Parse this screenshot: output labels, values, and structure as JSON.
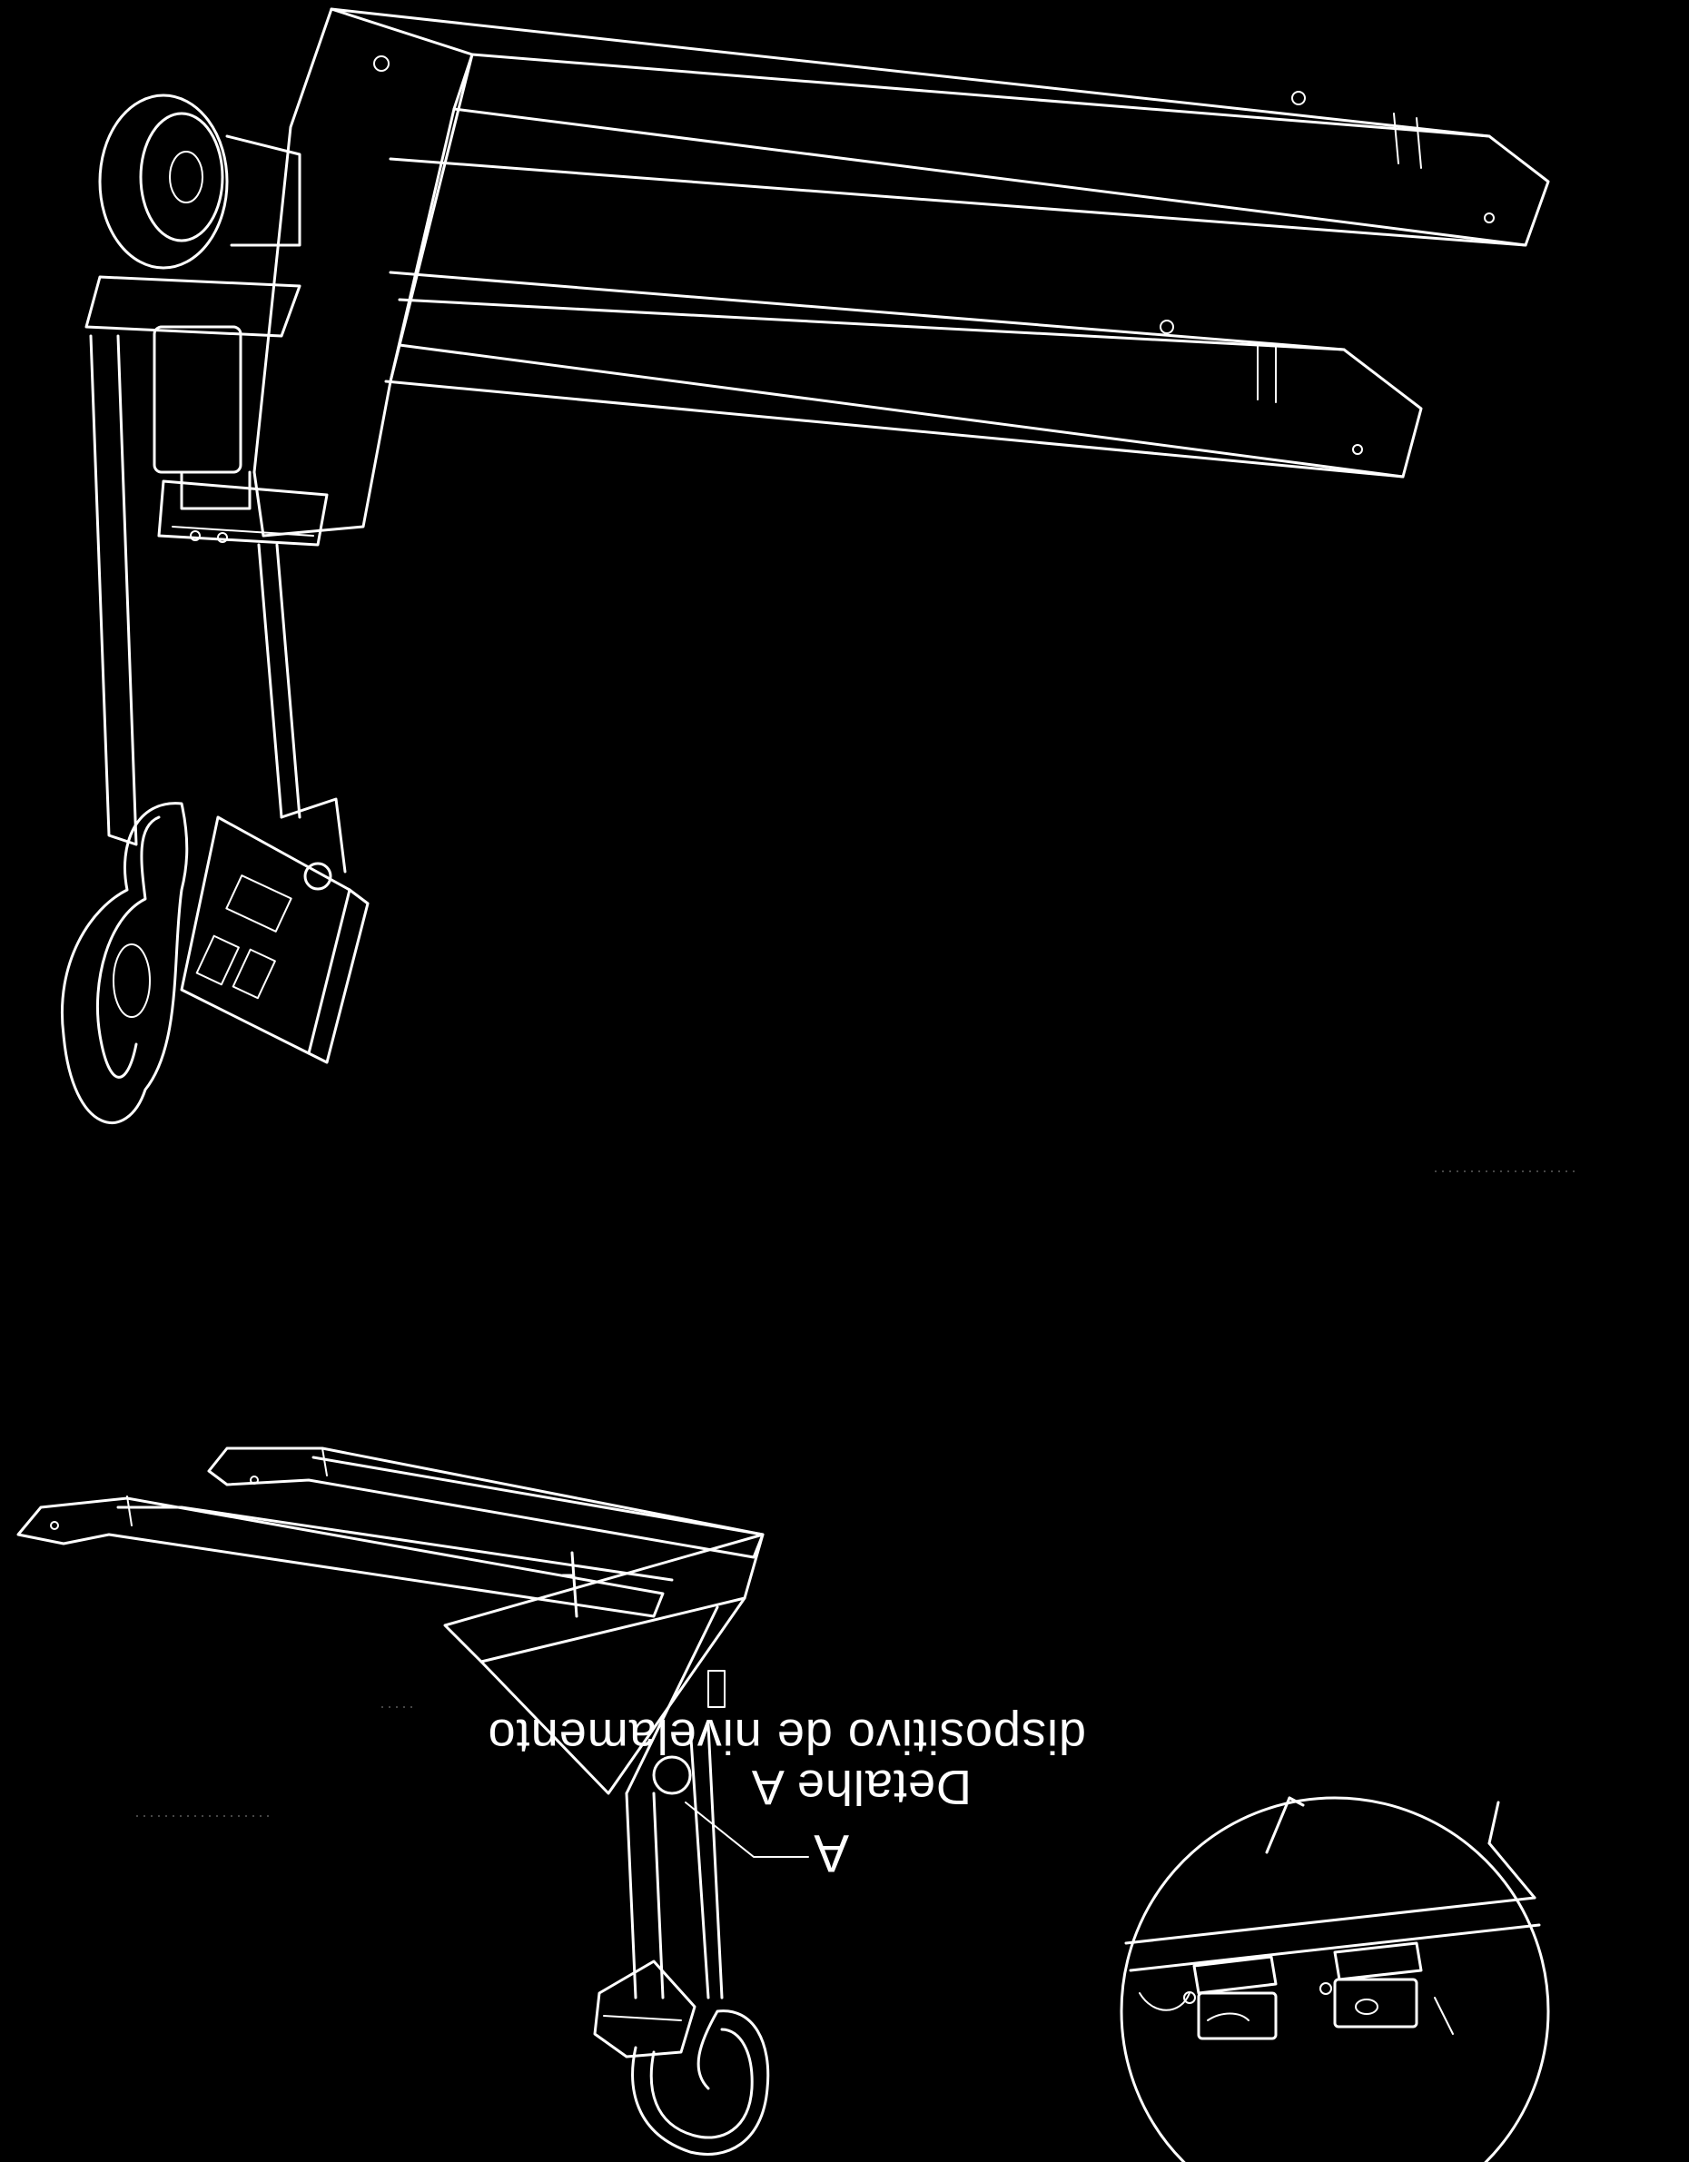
{
  "figure": {
    "callout_letter": "A",
    "detail_title": "Detalhe A",
    "detail_subtitle": "dispositivo de nivelamento"
  },
  "colors": {
    "background": "#000000",
    "line": "#ffffff"
  },
  "orientation": "rotated-180"
}
